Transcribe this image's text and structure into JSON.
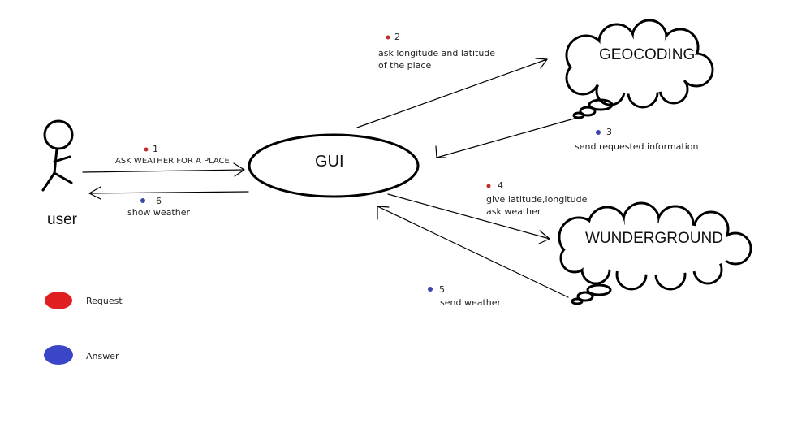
{
  "colors": {
    "ink": "#000000",
    "request": "#e02020",
    "answer": "#3a45c8",
    "request_dot": "#c0302a",
    "answer_dot": "#3c46a8"
  },
  "actor": {
    "icon": "stick-figure-icon",
    "label": "user"
  },
  "nodes": {
    "gui": "GUI",
    "geocoding": "GEOCODING",
    "wunderground": "WUNDERGROUND"
  },
  "steps": [
    {
      "number": "1",
      "kind": "request",
      "lines": [
        "ASK WEATHER FOR A PLACE"
      ]
    },
    {
      "number": "2",
      "kind": "request",
      "lines": [
        "ask longitude and latitude",
        "of the place"
      ]
    },
    {
      "number": "3",
      "kind": "answer",
      "lines": [
        "send requested information"
      ]
    },
    {
      "number": "4",
      "kind": "request",
      "lines": [
        "give latitude,longitude",
        "ask weather"
      ]
    },
    {
      "number": "5",
      "kind": "answer",
      "lines": [
        "send weather"
      ]
    },
    {
      "number": "6",
      "kind": "answer",
      "lines": [
        "show weather"
      ]
    }
  ],
  "legend": [
    {
      "kind": "request",
      "label": "Request"
    },
    {
      "kind": "answer",
      "label": "Answer"
    }
  ]
}
